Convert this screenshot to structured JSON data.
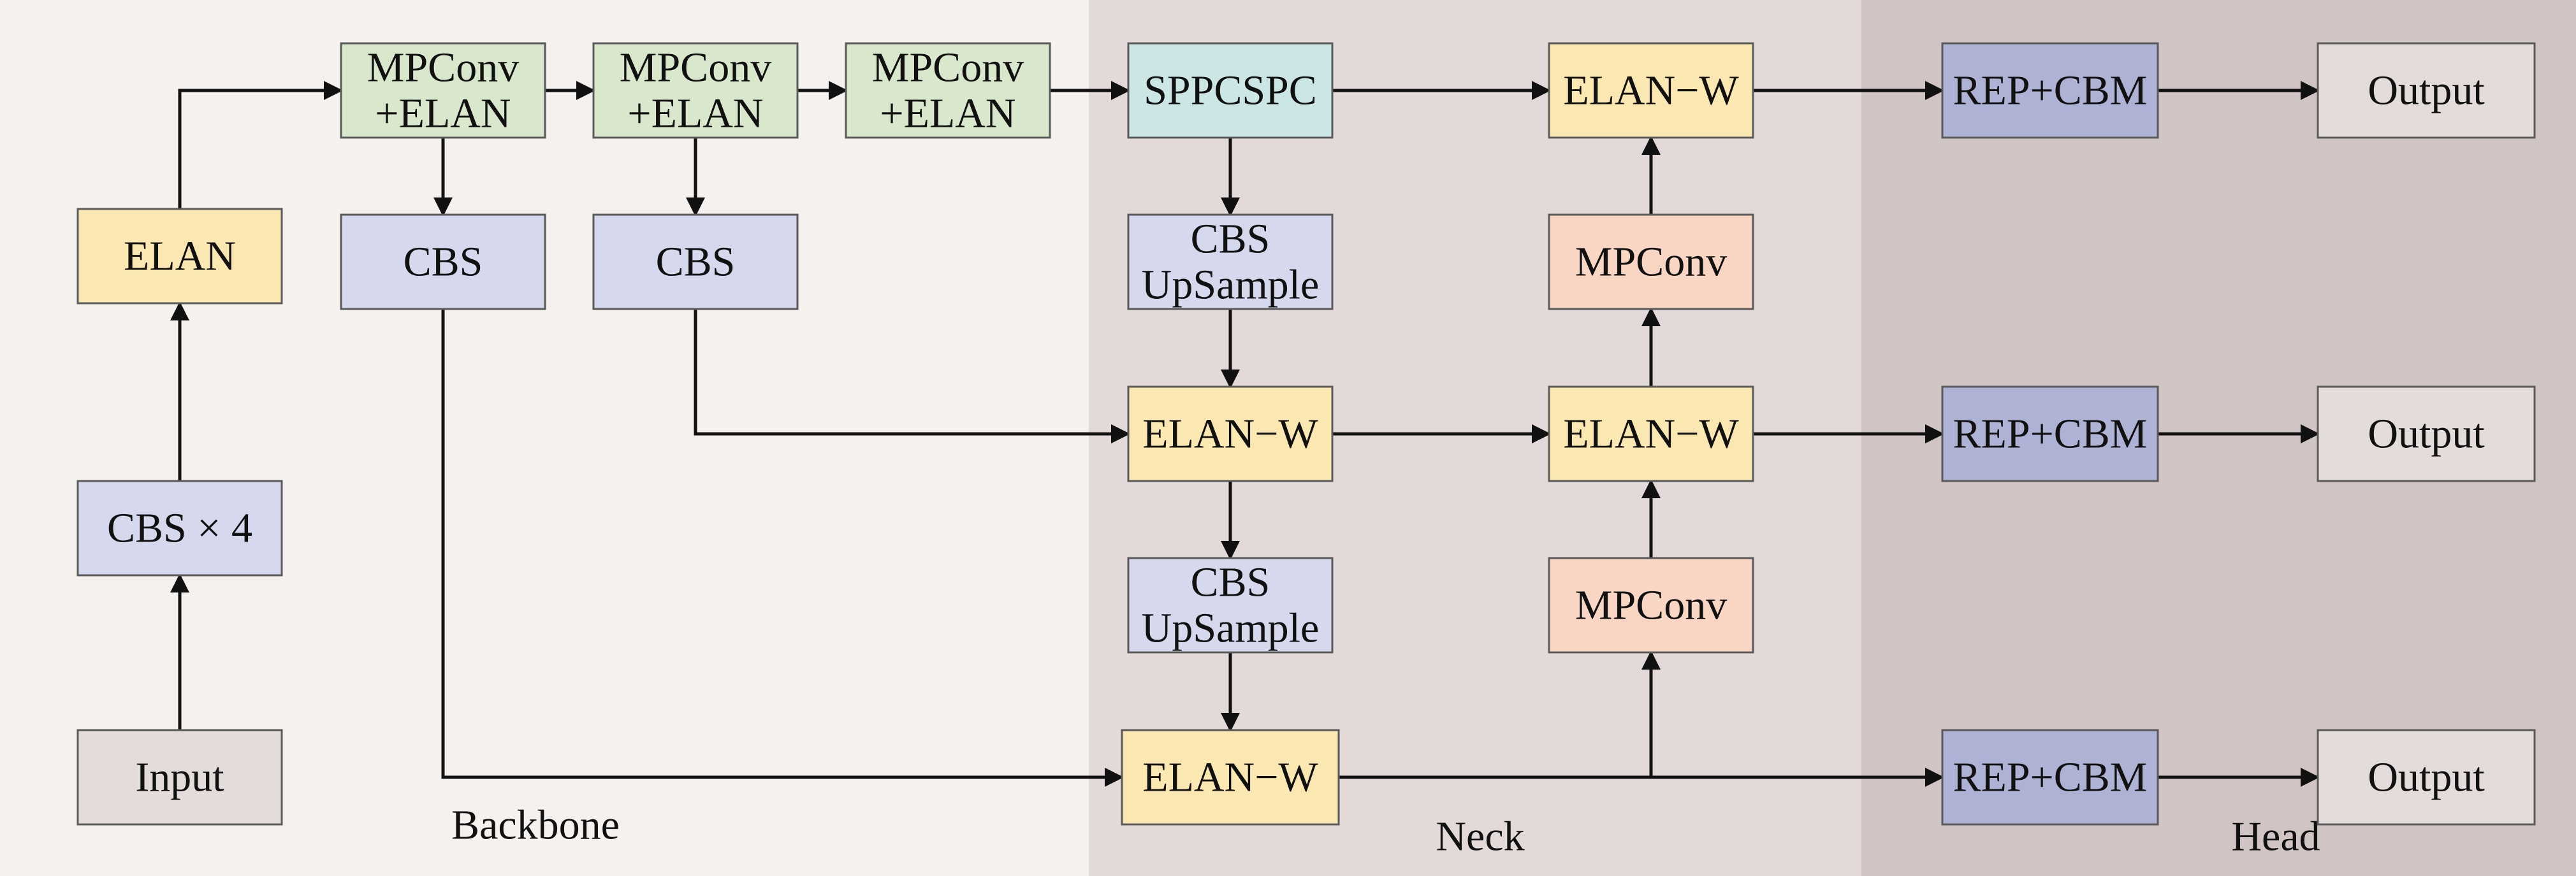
{
  "colors": {
    "backbone_bg": "#f4f1ef",
    "neck_bg": "#e2d9d8",
    "head_bg": "#d0c5c4",
    "elan": "#fbe7b2",
    "cbs": "#d6d8ee",
    "mpconv_elan": "#d9e7cd",
    "sppcspc": "#cbe6e5",
    "mpconv": "#f9d6c4",
    "repcbm": "#aeb3d6",
    "io": "#e3dcdb",
    "arrow": "#111111"
  },
  "regions": [
    {
      "id": "backbone",
      "label": "Backbone"
    },
    {
      "id": "neck",
      "label": "Neck"
    },
    {
      "id": "head",
      "label": "Head"
    }
  ],
  "boxes": {
    "input": {
      "lines": [
        "Input"
      ],
      "color": "io"
    },
    "cbs4": {
      "lines": [
        "CBS × 4"
      ],
      "color": "cbs"
    },
    "elan": {
      "lines": [
        "ELAN"
      ],
      "color": "elan"
    },
    "mpelan1": {
      "lines": [
        "MPConv",
        "+ELAN"
      ],
      "color": "mpconv_elan"
    },
    "mpelan2": {
      "lines": [
        "MPConv",
        "+ELAN"
      ],
      "color": "mpconv_elan"
    },
    "mpelan3": {
      "lines": [
        "MPConv",
        "+ELAN"
      ],
      "color": "mpconv_elan"
    },
    "cbs_a": {
      "lines": [
        "CBS"
      ],
      "color": "cbs"
    },
    "cbs_b": {
      "lines": [
        "CBS"
      ],
      "color": "cbs"
    },
    "sppcspc": {
      "lines": [
        "SPPCSPC"
      ],
      "color": "sppcspc"
    },
    "cbs_up1": {
      "lines": [
        "CBS",
        "UpSample"
      ],
      "color": "cbs"
    },
    "elanw_mid": {
      "lines": [
        "ELAN−W"
      ],
      "color": "elan"
    },
    "cbs_up2": {
      "lines": [
        "CBS",
        "UpSample"
      ],
      "color": "cbs"
    },
    "elanw_bot": {
      "lines": [
        "ELAN−W"
      ],
      "color": "elan"
    },
    "mpconv_low": {
      "lines": [
        "MPConv"
      ],
      "color": "mpconv"
    },
    "elanw_r2": {
      "lines": [
        "ELAN−W"
      ],
      "color": "elan"
    },
    "mpconv_high": {
      "lines": [
        "MPConv"
      ],
      "color": "mpconv"
    },
    "elanw_r1": {
      "lines": [
        "ELAN−W"
      ],
      "color": "elan"
    },
    "rep1": {
      "lines": [
        "REP+CBM"
      ],
      "color": "repcbm"
    },
    "rep2": {
      "lines": [
        "REP+CBM"
      ],
      "color": "repcbm"
    },
    "rep3": {
      "lines": [
        "REP+CBM"
      ],
      "color": "repcbm"
    },
    "out1": {
      "lines": [
        "Output"
      ],
      "color": "io"
    },
    "out2": {
      "lines": [
        "Output"
      ],
      "color": "io"
    },
    "out3": {
      "lines": [
        "Output"
      ],
      "color": "io"
    }
  },
  "edges": [
    {
      "from": "input",
      "to": "cbs4"
    },
    {
      "from": "cbs4",
      "to": "elan"
    },
    {
      "from": "elan",
      "to": "mpelan1"
    },
    {
      "from": "mpelan1",
      "to": "mpelan2"
    },
    {
      "from": "mpelan2",
      "to": "mpelan3"
    },
    {
      "from": "mpelan3",
      "to": "sppcspc"
    },
    {
      "from": "mpelan1",
      "to": "cbs_a"
    },
    {
      "from": "mpelan2",
      "to": "cbs_b"
    },
    {
      "from": "sppcspc",
      "to": "cbs_up1"
    },
    {
      "from": "cbs_up1",
      "to": "elanw_mid"
    },
    {
      "from": "cbs_b",
      "to": "elanw_mid"
    },
    {
      "from": "elanw_mid",
      "to": "cbs_up2"
    },
    {
      "from": "cbs_up2",
      "to": "elanw_bot"
    },
    {
      "from": "cbs_a",
      "to": "elanw_bot"
    },
    {
      "from": "elanw_bot",
      "to": "mpconv_low"
    },
    {
      "from": "mpconv_low",
      "to": "elanw_r2"
    },
    {
      "from": "elanw_mid",
      "to": "elanw_r2"
    },
    {
      "from": "elanw_r2",
      "to": "mpconv_high"
    },
    {
      "from": "mpconv_high",
      "to": "elanw_r1"
    },
    {
      "from": "sppcspc",
      "to": "elanw_r1"
    },
    {
      "from": "elanw_r1",
      "to": "rep1"
    },
    {
      "from": "elanw_r2",
      "to": "rep2"
    },
    {
      "from": "elanw_bot",
      "to": "rep3"
    },
    {
      "from": "rep1",
      "to": "out1"
    },
    {
      "from": "rep2",
      "to": "out2"
    },
    {
      "from": "rep3",
      "to": "out3"
    }
  ]
}
